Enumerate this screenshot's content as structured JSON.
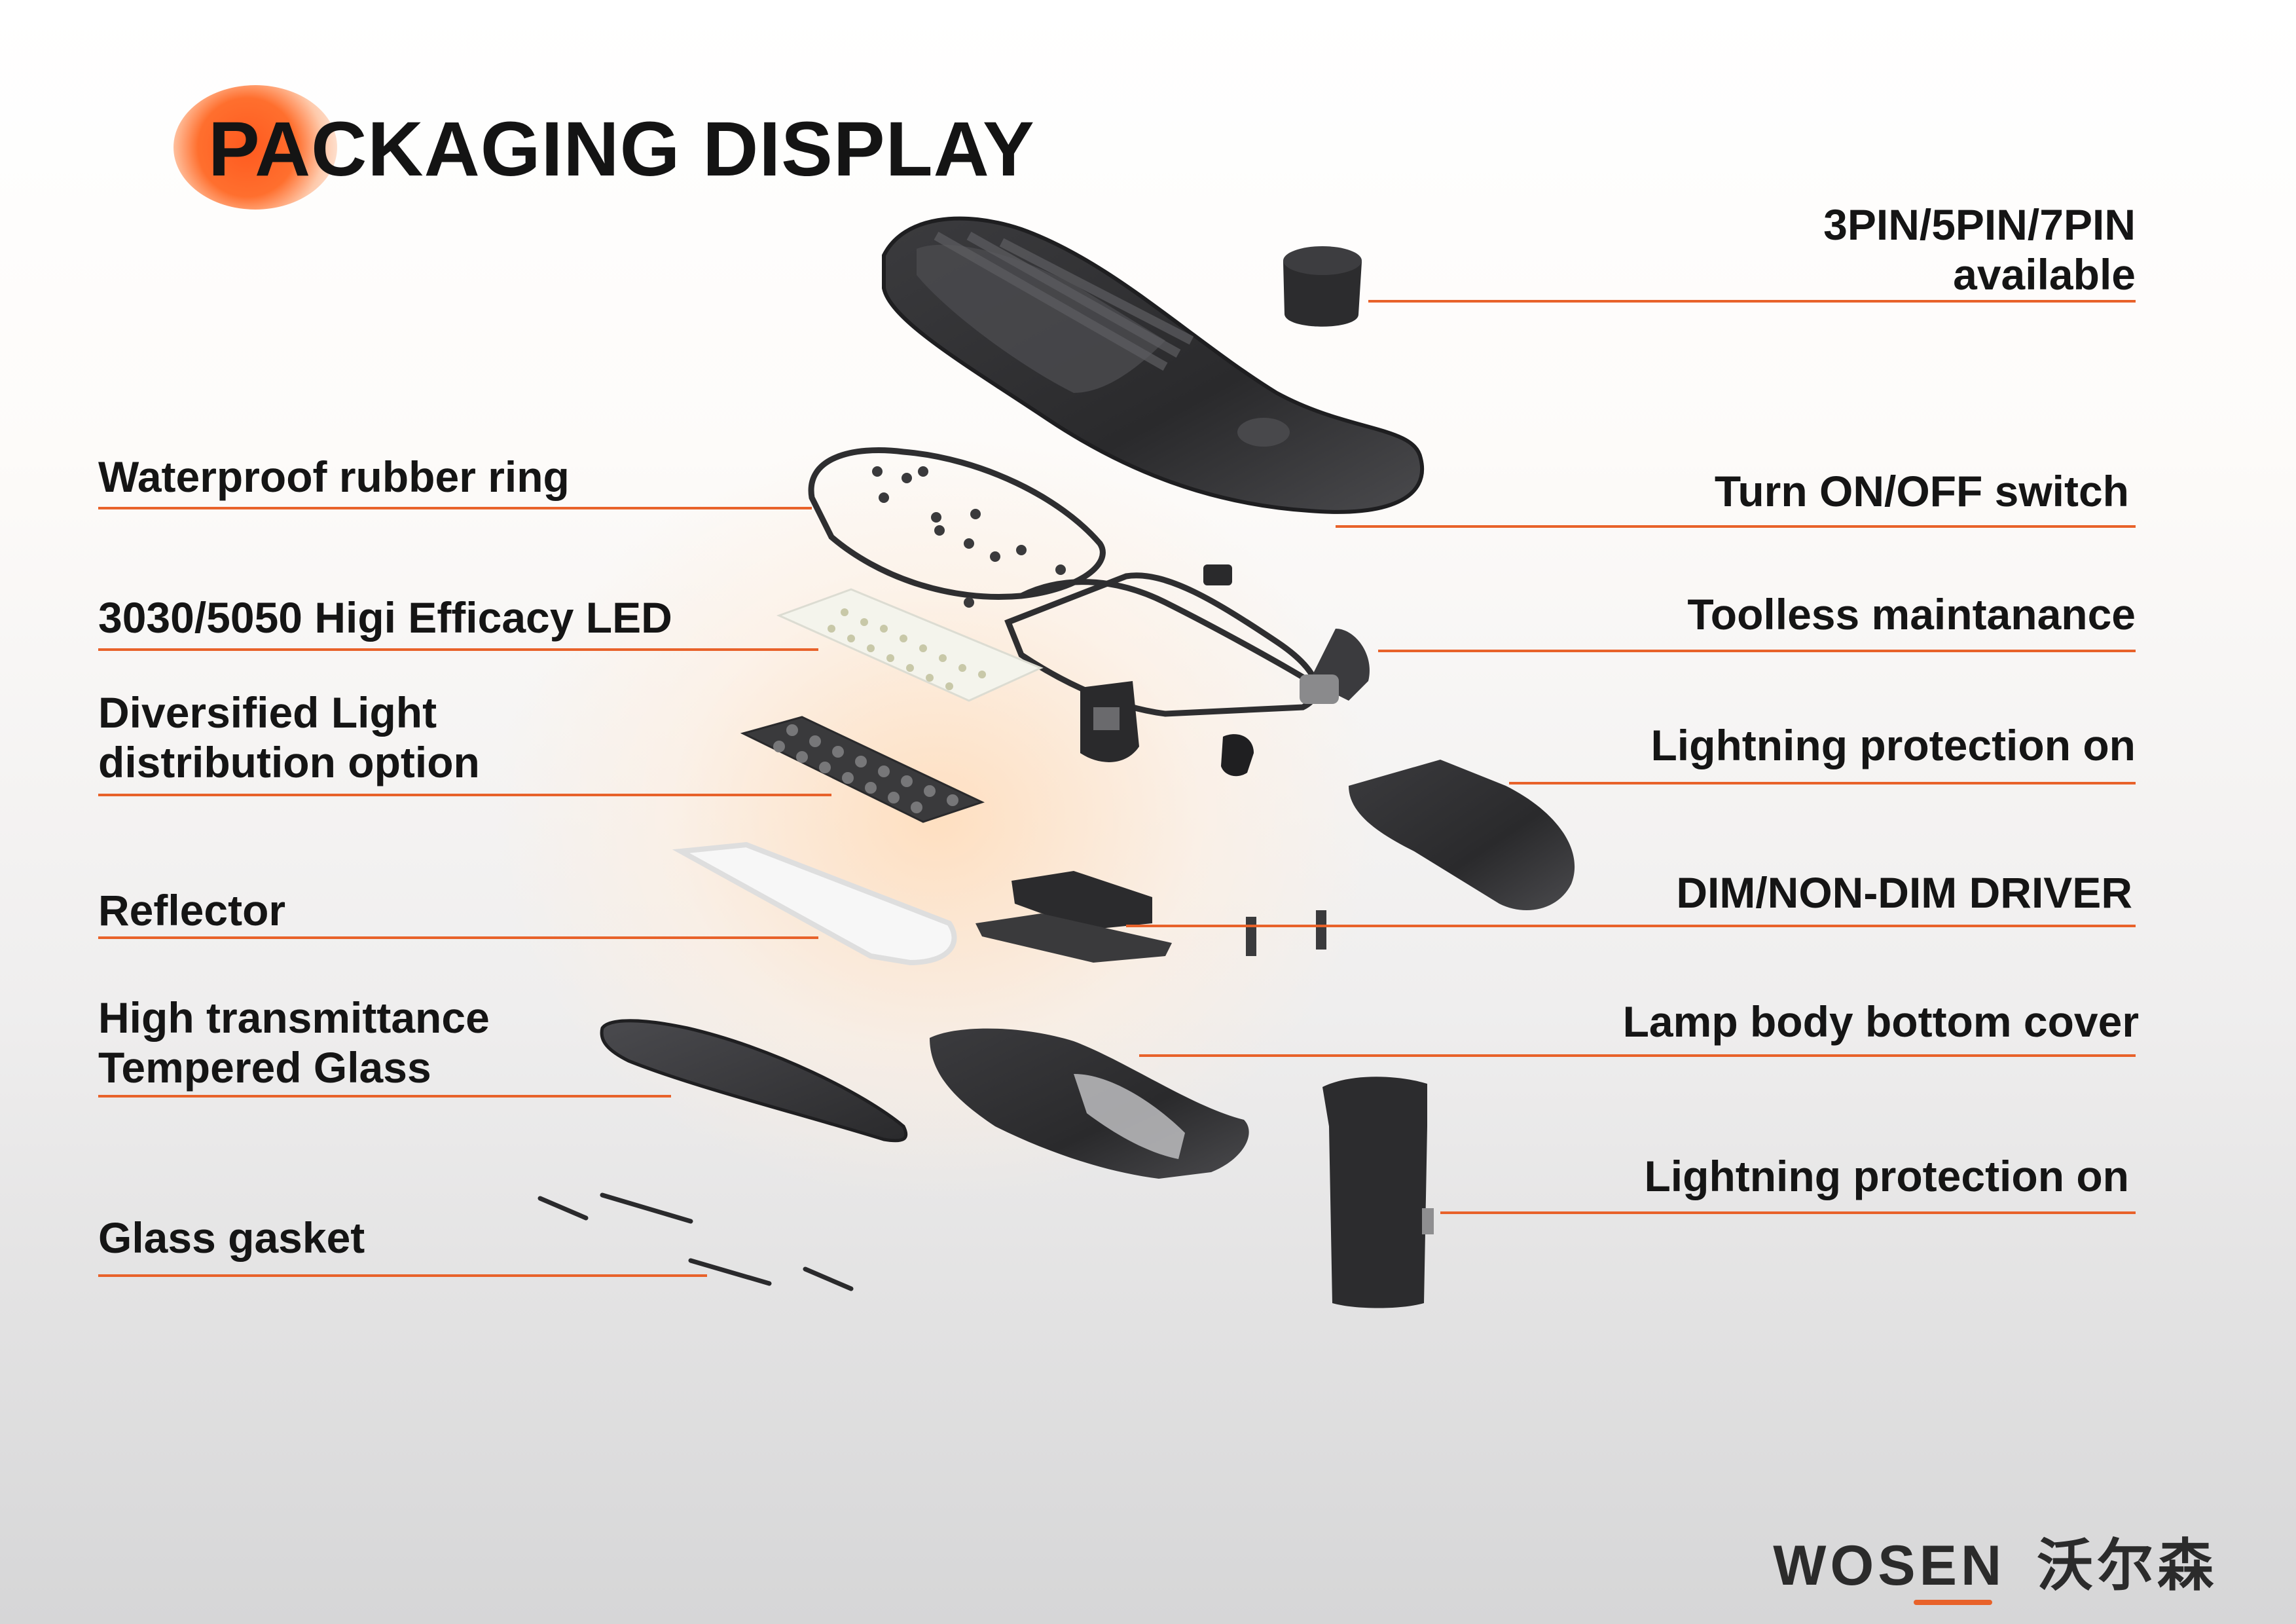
{
  "header": {
    "title": "PACKAGING DISPLAY"
  },
  "labels_left": {
    "rubber_ring": "Waterproof rubber ring",
    "led": "3030/5050 Higi Efficacy LED",
    "light_dist_1": "Diversified Light",
    "light_dist_2": "distribution option",
    "reflector": "Reflector",
    "glass_1": "High  transmittance",
    "glass_2": "Tempered Glass",
    "gasket": "Glass gasket"
  },
  "labels_right": {
    "pin_1": "3PIN/5PIN/7PIN",
    "pin_2": "available",
    "switch": "Turn ON/OFF switch",
    "toolless": "Toolless maintanance",
    "lightning_1": "Lightning protection on",
    "driver": "DIM/NON-DIM DRIVER",
    "bottom_cover": "Lamp body bottom cover",
    "lightning_2": "Lightning protection on"
  },
  "brand": {
    "name": "WOSEN",
    "cn_name": "沃尔森"
  },
  "colors": {
    "accent": "#e8622a",
    "title_blob": "#ff5a1f",
    "text": "#151515",
    "part_dark": "#2f2f31"
  }
}
